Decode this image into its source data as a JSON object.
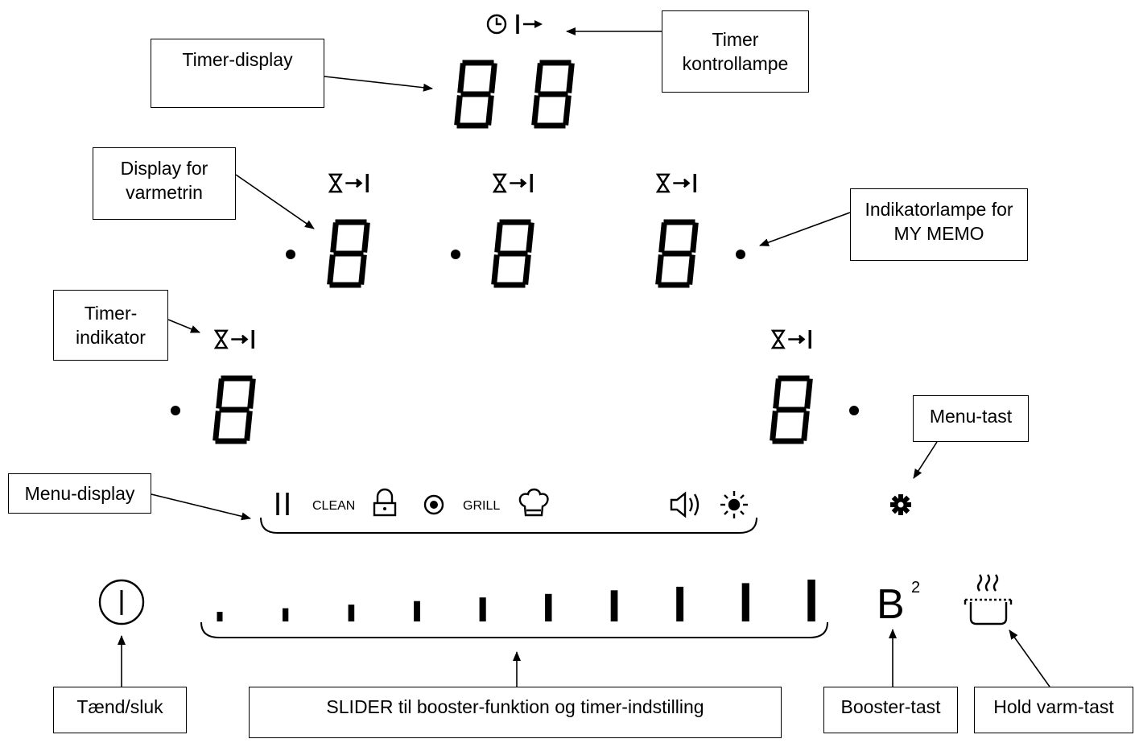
{
  "callouts": {
    "timer_display": "Timer-display",
    "timer_pilot_lamp": "Timer\nkontrollampe",
    "heat_level_display": "Display for\nvarmetrin",
    "my_memo_indicator": "Indikatorlampe for\nMY MEMO",
    "timer_indicator": "Timer-\nindikator",
    "menu_key": "Menu-tast",
    "menu_display": "Menu-display",
    "power_onoff": "Tænd/sluk",
    "slider": "SLIDER til booster-funktion og timer-indstilling",
    "booster_key": "Booster-tast",
    "keep_warm_key": "Hold varm-tast"
  },
  "menu_bar": {
    "clean_label": "CLEAN",
    "grill_label": "GRILL",
    "icons": [
      "pause-icon",
      "lock-icon",
      "target-icon",
      "chef-hat-icon",
      "speaker-icon",
      "sun-icon"
    ]
  },
  "controls": {
    "booster_letter": "B",
    "booster_superscript": "2",
    "power_icon": "power-icon",
    "keep_warm_icon": "pot-steam-icon",
    "slider_steps": 10
  },
  "displays": {
    "timer_digits": 2,
    "zone_digit_count": 5,
    "zone_icon": "hourglass-arrow-icon",
    "timer_icon": "clock-arrow-icon"
  },
  "colors": {
    "line": "#000000",
    "background": "#ffffff"
  }
}
